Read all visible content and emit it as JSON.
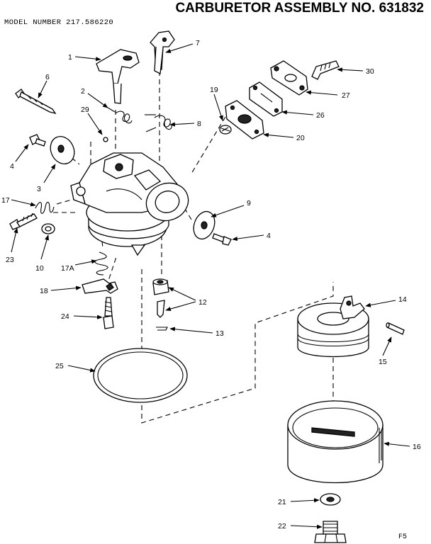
{
  "header": {
    "title": "CARBURETOR ASSEMBLY NO. 631832",
    "model": "MODEL NUMBER 217.586220"
  },
  "callouts": {
    "c1": "1",
    "c7": "7",
    "c6": "6",
    "c30": "30",
    "c2": "2",
    "c19": "19",
    "c27": "27",
    "c29": "29",
    "c8": "8",
    "c26": "26",
    "c20": "20",
    "c4a": "4",
    "c3": "3",
    "c17": "17",
    "c9": "9",
    "c4b": "4",
    "c23": "23",
    "c10": "10",
    "c17a": "17A",
    "c18": "18",
    "c12": "12",
    "c14": "14",
    "c24": "24",
    "c13": "13",
    "c15": "15",
    "c25": "25",
    "c16": "16",
    "c21": "21",
    "c22": "22"
  },
  "footer": {
    "page_code": "F5"
  }
}
